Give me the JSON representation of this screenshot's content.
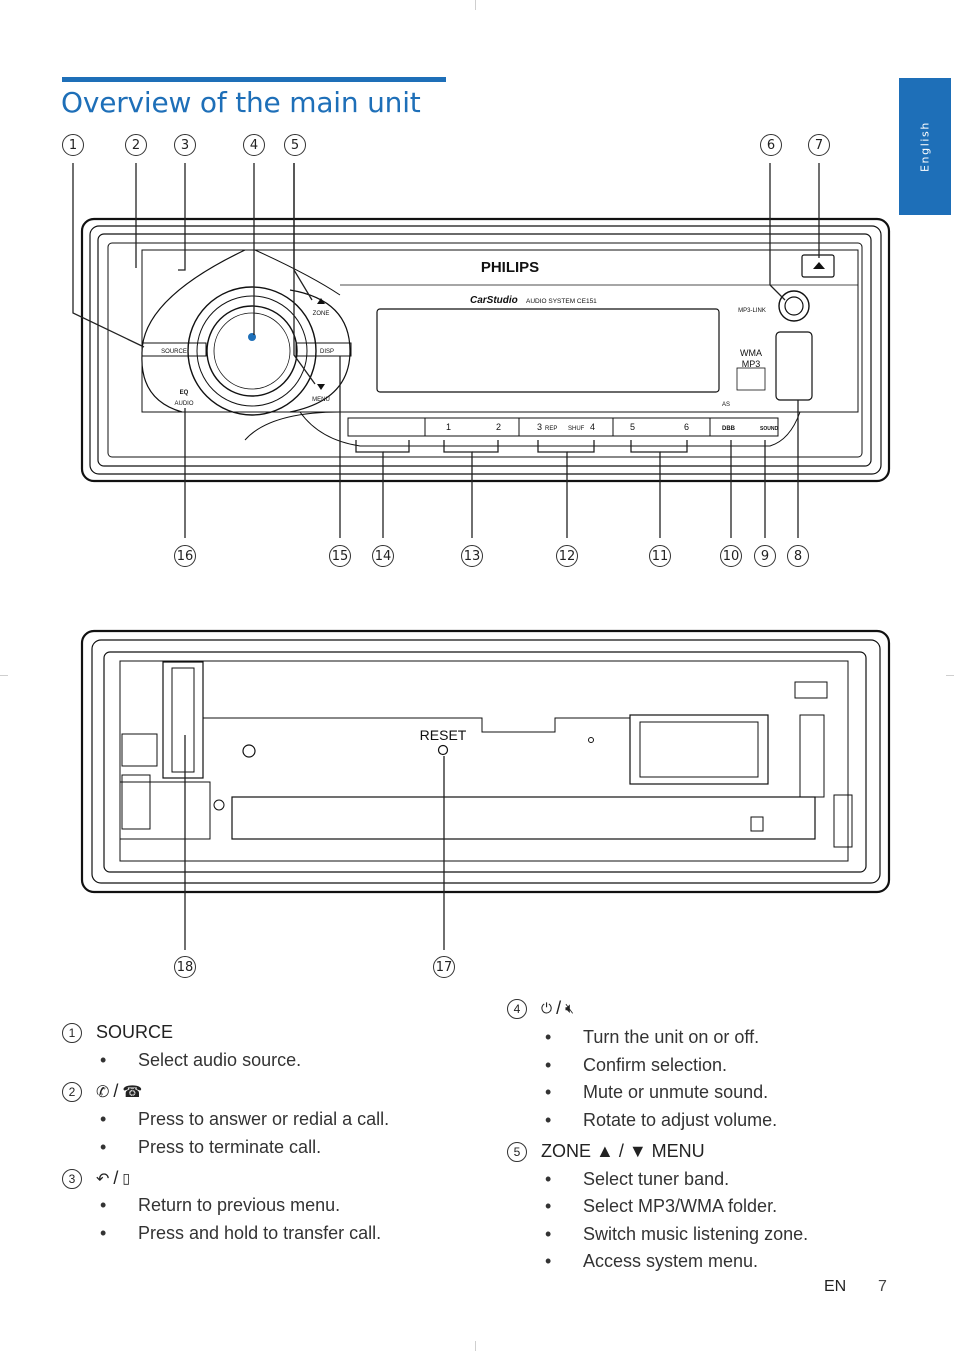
{
  "page": {
    "title": "Overview of the main unit",
    "language_tab": "English",
    "footer_lang": "EN",
    "page_number": "7"
  },
  "accent_color": "#1e6fb8",
  "callouts_top": [
    "1",
    "2",
    "3",
    "4",
    "5",
    "6",
    "7"
  ],
  "callouts_bottom": [
    "16",
    "15",
    "14",
    "13",
    "12",
    "11",
    "10",
    "9",
    "8"
  ],
  "callouts_rear": [
    "18",
    "17"
  ],
  "unit": {
    "brand": "PHILIPS",
    "model_script": "CarStudio",
    "model_text": "AUDIO SYSTEM CE151",
    "source_label": "SOURCE",
    "disp_label": "DISP",
    "zone_label": "ZONE",
    "menu_label": "MENU",
    "eq_label": "EQ",
    "audio_label": "AUDIO",
    "mp3link_label": "MP3-LINK",
    "wma_label": "WMA",
    "mp3_label": "MP3",
    "as_label": "AS",
    "rep_label": "REP",
    "shuf_label": "SHUF",
    "dbb_label": "DBB",
    "maxsound_label": "SOUND",
    "preset_1": "1",
    "preset_2": "2",
    "preset_3": "3",
    "preset_4": "4",
    "preset_5": "5",
    "preset_6": "6",
    "reset_label": "RESET"
  },
  "legend": [
    {
      "num": "1",
      "heading": "SOURCE",
      "bullets": [
        "Select audio source."
      ]
    },
    {
      "num": "2",
      "heading": "/",
      "bullets": [
        "Press to answer or redial a call.",
        "Press to terminate call."
      ]
    },
    {
      "num": "3",
      "heading": "/",
      "bullets": [
        "Return to previous menu.",
        "Press and hold to transfer call."
      ]
    },
    {
      "num": "4",
      "heading": "/",
      "bullets": [
        "Turn the unit on or off.",
        "Confirm selection.",
        "Mute or unmute sound.",
        "Rotate to adjust volume."
      ]
    },
    {
      "num": "5",
      "heading": "ZONE ▲ / ▼ MENU",
      "bullets": [
        "Select tuner band.",
        "Select MP3/WMA folder.",
        "Switch music listening zone.",
        "Access system menu."
      ]
    }
  ]
}
